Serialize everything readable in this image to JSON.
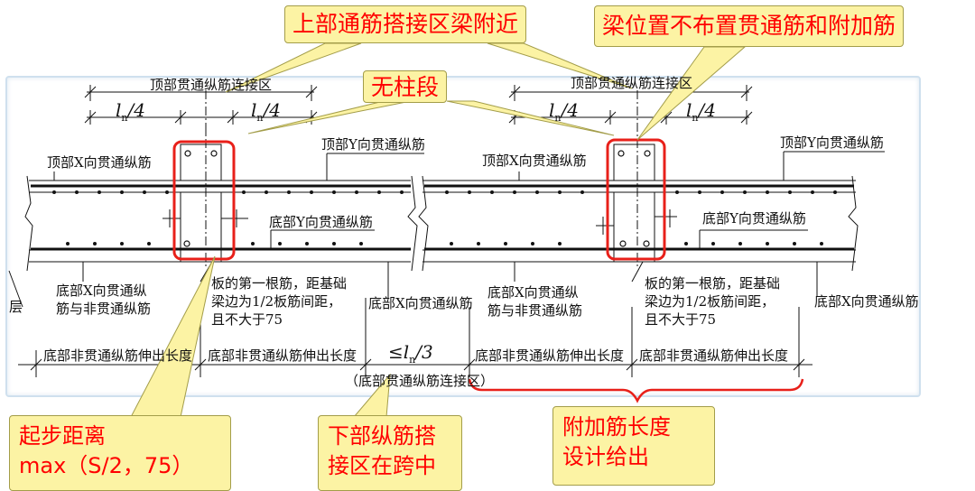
{
  "callouts": {
    "top_lap_zone": "上部通筋搭接区梁附近",
    "no_rebar_at_beam": "梁位置不布置贯通筋和附加筋",
    "no_column_segment": "无柱段",
    "start_distance_line1": "起步距离",
    "start_distance_line2": "max（S/2，75）",
    "bottom_lap_line1": "下部纵筋搭",
    "bottom_lap_line2": "接区在跨中",
    "additional_bar_line1": "附加筋长度",
    "additional_bar_line2": "设计给出"
  },
  "drawing": {
    "top_lap_left": "顶部贯通纵筋连接区",
    "top_lap_right": "顶部贯通纵筋连接区",
    "ln_quarter": "/4",
    "ln_letter": "l",
    "ln_sub": "n",
    "top_x_left": "顶部X向贯通纵筋",
    "top_y_left": "顶部Y向贯通纵筋",
    "top_x_right": "顶部X向贯通纵筋",
    "top_y_right": "顶部Y向贯通纵筋",
    "bottom_y_left": "底部Y向贯通纵筋",
    "bottom_y_right": "底部Y向贯通纵筋",
    "bottom_x_mixed_1": "底部X向贯通纵",
    "bottom_x_mixed_2": "筋与非贯通纵筋",
    "first_bar_1": "板的第一根筋，距基础",
    "first_bar_2": "梁边为1/2板筋间距，",
    "first_bar_3": "且不大于75",
    "bottom_x_through": "底部X向贯通纵筋",
    "layer_fragment": "层",
    "nonthrough_ext": "底部非贯通纵筋伸出长度",
    "le_ln3_prefix": "≤",
    "le_ln3_suffix": "/3",
    "bottom_lap_zone": "（底部贯通纵筋连接区）"
  },
  "colors": {
    "callout_fill": "#fcf3a4",
    "callout_text": "#ff0000",
    "highlight": "#e8201a",
    "frame": "#cfe0ee"
  }
}
